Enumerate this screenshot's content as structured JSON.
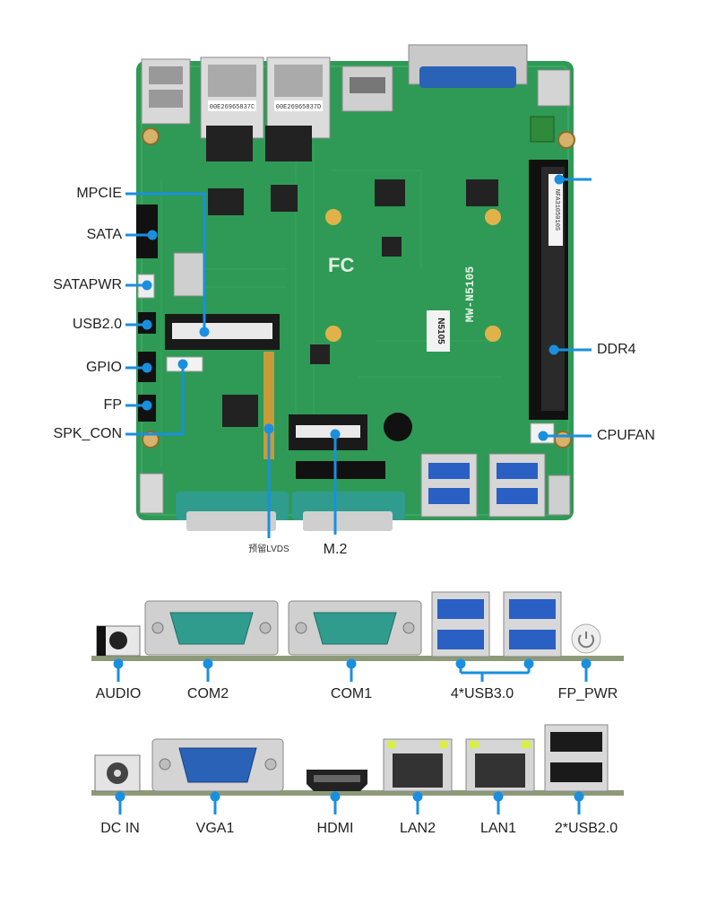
{
  "board": {
    "model_text": "MW-N5105",
    "cpu_text": "N5105",
    "fc_text": "FC",
    "ram_text": "NFA3105010S",
    "mac1": "00E26965837C",
    "mac2": "00E26965837D"
  },
  "left_labels": [
    "MPCIE",
    "SATA",
    "SATAPWR",
    "USB2.0",
    "GPIO",
    "FP",
    "SPK_CON"
  ],
  "right_labels": [
    "DDR4",
    "CPUFAN"
  ],
  "bottom_labels": {
    "lvds": "预留LVDS",
    "m2": "M.2"
  },
  "io_row1": [
    "AUDIO",
    "COM2",
    "COM1",
    "4*USB3.0",
    "FP_PWR"
  ],
  "io_row2": [
    "DC IN",
    "VGA1",
    "HDMI",
    "LAN2",
    "LAN1",
    "2*USB2.0"
  ],
  "colors": {
    "pcb": "#2e9a55",
    "pcb_dark": "#237a42",
    "callout": "#1a8fe0",
    "rail": "#8d9a78"
  }
}
